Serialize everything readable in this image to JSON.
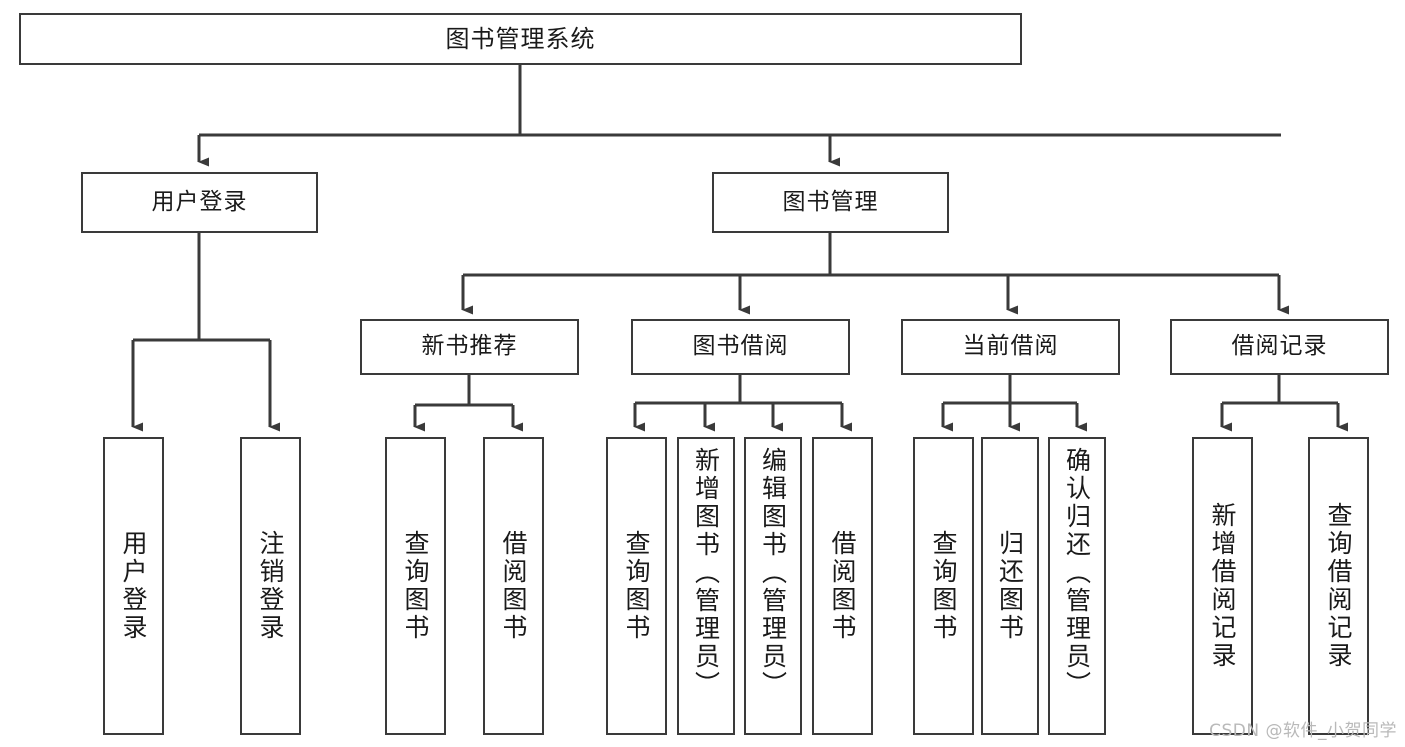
{
  "diagram": {
    "type": "tree-hierarchy-chart",
    "title": "图书管理系统",
    "orientation": "top-down",
    "colors": {
      "box_stroke": "#3a3a3a",
      "box_fill": "#ffffff",
      "connector": "#3a3a3a",
      "text": "#1a1a1a",
      "watermark": "#b9b9b9",
      "background": "#ffffff"
    },
    "levels": {
      "root": "图书管理系统",
      "level1": [
        "用户登录",
        "图书管理"
      ],
      "level2": [
        "新书推荐",
        "图书借阅",
        "当前借阅",
        "借阅记录"
      ]
    },
    "nodes": {
      "root": {
        "label": "图书管理系统"
      },
      "user_login": {
        "label": "用户登录"
      },
      "book_manage": {
        "label": "图书管理"
      },
      "new_book_rec": {
        "label": "新书推荐"
      },
      "book_borrow": {
        "label": "图书借阅"
      },
      "current_borrow": {
        "label": "当前借阅"
      },
      "borrow_record": {
        "label": "借阅记录"
      },
      "leaf_user_login": {
        "label": "用户登录"
      },
      "leaf_logout": {
        "label": "注销登录"
      },
      "leaf_query_book_a": {
        "label": "查询图书"
      },
      "leaf_borrow_book_a": {
        "label": "借阅图书"
      },
      "leaf_query_book_b": {
        "label": "查询图书"
      },
      "leaf_add_book": {
        "label": "新增图书（管理员）"
      },
      "leaf_edit_book": {
        "label": "编辑图书（管理员）"
      },
      "leaf_borrow_book_b": {
        "label": "借阅图书"
      },
      "leaf_query_book_c": {
        "label": "查询图书"
      },
      "leaf_return_book": {
        "label": "归还图书"
      },
      "leaf_confirm_return": {
        "label": "确认归还（管理员）"
      },
      "leaf_add_record": {
        "label": "新增借阅记录"
      },
      "leaf_query_record": {
        "label": "查询借阅记录"
      }
    },
    "edges": [
      {
        "from": "root",
        "to": "user_login"
      },
      {
        "from": "root",
        "to": "book_manage"
      },
      {
        "from": "user_login",
        "to": "leaf_user_login"
      },
      {
        "from": "user_login",
        "to": "leaf_logout"
      },
      {
        "from": "book_manage",
        "to": "new_book_rec"
      },
      {
        "from": "book_manage",
        "to": "book_borrow"
      },
      {
        "from": "book_manage",
        "to": "current_borrow"
      },
      {
        "from": "book_manage",
        "to": "borrow_record"
      },
      {
        "from": "new_book_rec",
        "to": "leaf_query_book_a"
      },
      {
        "from": "new_book_rec",
        "to": "leaf_borrow_book_a"
      },
      {
        "from": "book_borrow",
        "to": "leaf_query_book_b"
      },
      {
        "from": "book_borrow",
        "to": "leaf_add_book"
      },
      {
        "from": "book_borrow",
        "to": "leaf_edit_book"
      },
      {
        "from": "book_borrow",
        "to": "leaf_borrow_book_b"
      },
      {
        "from": "current_borrow",
        "to": "leaf_query_book_c"
      },
      {
        "from": "current_borrow",
        "to": "leaf_return_book"
      },
      {
        "from": "current_borrow",
        "to": "leaf_confirm_return"
      },
      {
        "from": "borrow_record",
        "to": "leaf_add_record"
      },
      {
        "from": "borrow_record",
        "to": "leaf_query_record"
      }
    ]
  },
  "watermark": {
    "text": "CSDN @软件_小贺同学"
  }
}
